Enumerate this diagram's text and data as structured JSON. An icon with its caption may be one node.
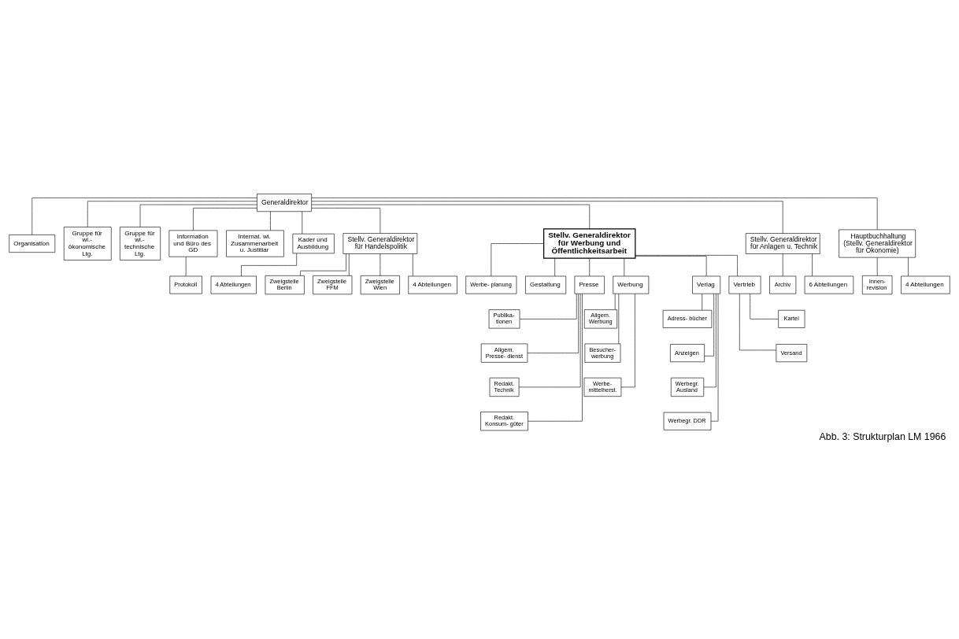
{
  "diagram": {
    "caption": "Abb. 3: Strukturplan LM 1966",
    "nodes": [
      {
        "text": [
          "Generaldirektor"
        ]
      },
      {
        "text": [
          "Organisation"
        ]
      },
      {
        "text": [
          "Gruppe für wi.- ökonomische Ltg."
        ]
      },
      {
        "text": [
          "Gruppe für wi.- technische Ltg."
        ]
      },
      {
        "text": [
          "Information und Büro des GD"
        ]
      },
      {
        "text": [
          "Internat. wi. Zusammenarbeit u. Justitiar"
        ]
      },
      {
        "text": [
          "Kader und Ausbildung"
        ]
      },
      {
        "text": [
          "Protokoll"
        ]
      },
      {
        "text": [
          "4 Abteilungen"
        ]
      },
      {
        "text": [
          "Stellv. Generaldirektor für Handelspolitik"
        ]
      },
      {
        "text": [
          "Stellv. Generaldirektor für Werbung und Öffentlichkeitsarbeit"
        ]
      },
      {
        "text": [
          "Stellv. Generaldirektor für Anlagen u. Technik"
        ]
      },
      {
        "text": [
          "Hauptbuchhaltung (Stellv. Generaldirektor für Ökonomie)"
        ]
      },
      {
        "text": [
          "Zweigstelle Berlin"
        ]
      },
      {
        "text": [
          "Zweigstelle FFM"
        ]
      },
      {
        "text": [
          "Zweigstelle Wien"
        ]
      },
      {
        "text": [
          "Werbe- planung"
        ]
      },
      {
        "text": [
          "Archiv"
        ]
      },
      {
        "text": [
          "Innen- revision"
        ]
      },
      {
        "text": [
          "4 Abteilungen"
        ]
      },
      {
        "text": [
          "Gestaltung"
        ]
      },
      {
        "text": [
          "Presse"
        ]
      },
      {
        "text": [
          "Werbung"
        ]
      },
      {
        "text": [
          "Verlag"
        ]
      },
      {
        "text": [
          "Vertrieb"
        ]
      },
      {
        "text": [
          "6 Abteilungen"
        ]
      },
      {
        "text": [
          "4 Abteilungen"
        ]
      },
      {
        "text": [
          "Publika- tionen"
        ]
      },
      {
        "text": [
          "Allgem. Presse- dienst"
        ]
      },
      {
        "text": [
          "Redakt. Technik"
        ]
      },
      {
        "text": [
          "Redakt. Konsum- güter"
        ]
      },
      {
        "text": [
          "Allgem. Werbung"
        ]
      },
      {
        "text": [
          "Besucher- werbung"
        ]
      },
      {
        "text": [
          "Werbe- mittelherst."
        ]
      },
      {
        "text": [
          "Adress- bücher"
        ]
      },
      {
        "text": [
          "Anzeigen"
        ]
      },
      {
        "text": [
          "Werbegr. Ausland"
        ]
      },
      {
        "text": [
          "Werbegr. DDR"
        ]
      },
      {
        "text": [
          "Kartei"
        ]
      },
      {
        "text": [
          "Versand"
        ]
      }
    ],
    "edges": [
      {
        "from": 0,
        "to": 1,
        "arrow": "none"
      },
      {
        "from": 0,
        "to": 2,
        "arrow": "none"
      },
      {
        "from": 0,
        "to": 3,
        "arrow": "none"
      },
      {
        "from": 0,
        "to": 4,
        "arrow": "none"
      },
      {
        "from": 0,
        "to": 5,
        "arrow": "none"
      },
      {
        "from": 0,
        "to": 6,
        "arrow": "none"
      },
      {
        "from": 4,
        "to": 7,
        "arrow": "none"
      },
      {
        "from": 6,
        "to": 8,
        "arrow": "none"
      },
      {
        "from": 0,
        "to": 9,
        "arrow": "none"
      },
      {
        "from": 0,
        "to": 10,
        "arrow": "none"
      },
      {
        "from": 0,
        "to": 11,
        "arrow": "none"
      },
      {
        "from": 0,
        "to": 12,
        "arrow": "none"
      },
      {
        "from": 9,
        "to": 13,
        "arrow": "none"
      },
      {
        "from": 9,
        "to": 14,
        "arrow": "none"
      },
      {
        "from": 9,
        "to": 15,
        "arrow": "none"
      },
      {
        "from": 10,
        "to": 16,
        "arrow": "none"
      },
      {
        "from": 11,
        "to": 17,
        "arrow": "none"
      },
      {
        "from": 12,
        "to": 18,
        "arrow": "none"
      },
      {
        "from": 9,
        "to": 19,
        "arrow": "none"
      },
      {
        "from": 10,
        "to": 20,
        "arrow": "none"
      },
      {
        "from": 10,
        "to": 21,
        "arrow": "none"
      },
      {
        "from": 10,
        "to": 22,
        "arrow": "none"
      },
      {
        "from": 10,
        "to": 23,
        "arrow": "none"
      },
      {
        "from": 10,
        "to": 24,
        "arrow": "none"
      },
      {
        "from": 11,
        "to": 25,
        "arrow": "none"
      },
      {
        "from": 12,
        "to": 26,
        "arrow": "none"
      },
      {
        "from": 21,
        "to": 27,
        "arrow": "none"
      },
      {
        "from": 21,
        "to": 28,
        "arrow": "none"
      },
      {
        "from": 21,
        "to": 29,
        "arrow": "none"
      },
      {
        "from": 21,
        "to": 30,
        "arrow": "none"
      },
      {
        "from": 22,
        "to": 31,
        "arrow": "none"
      },
      {
        "from": 22,
        "to": 32,
        "arrow": "none"
      },
      {
        "from": 22,
        "to": 33,
        "arrow": "none"
      },
      {
        "from": 23,
        "to": 34,
        "arrow": "none"
      },
      {
        "from": 23,
        "to": 35,
        "arrow": "none"
      },
      {
        "from": 23,
        "to": 36,
        "arrow": "none"
      },
      {
        "from": 23,
        "to": 37,
        "arrow": "none"
      },
      {
        "from": 24,
        "to": 38,
        "arrow": "none"
      },
      {
        "from": 24,
        "to": 39,
        "arrow": "none"
      }
    ]
  }
}
